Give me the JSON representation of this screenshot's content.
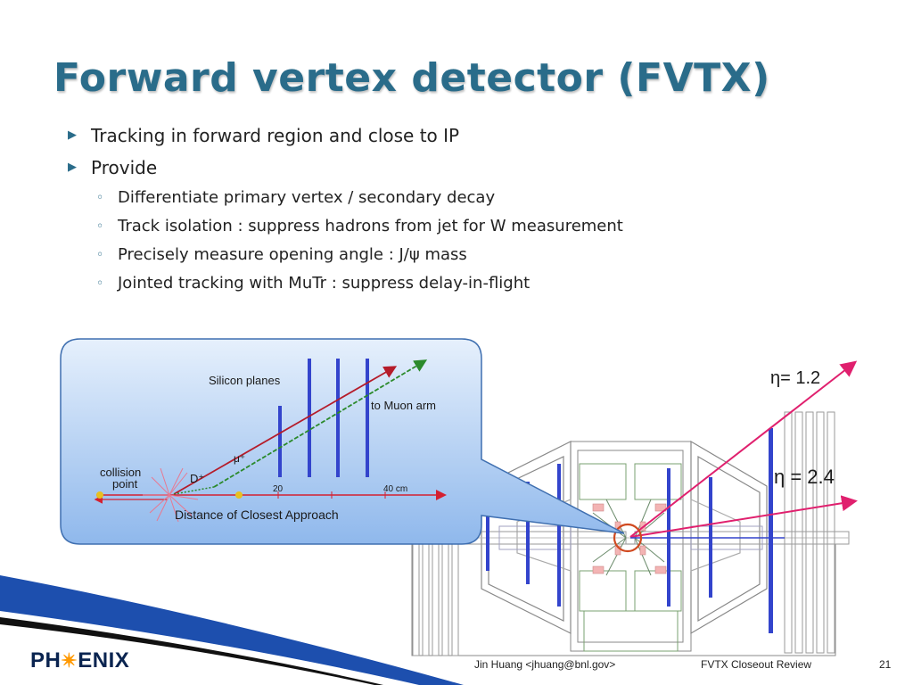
{
  "title": "Forward vertex detector (FVTX)",
  "bullets": {
    "l1_a": "Tracking in forward region and close to IP",
    "l1_b": "Provide",
    "l2": [
      "Differentiate primary vertex / secondary decay",
      "Track isolation : suppress hadrons from jet for W measurement",
      "Precisely measure opening angle : J/ψ mass",
      "Jointed tracking with MuTr : suppress delay-in-flight"
    ],
    "marker_l1": "▶",
    "marker_l2": "◦"
  },
  "callout": {
    "silicon_planes": "Silicon planes",
    "to_muon_arm": "to Muon arm",
    "mu_label": "μ⁺",
    "d_label": "D⁺",
    "collision_point_1": "collision",
    "collision_point_2": "point",
    "tick_20": "20",
    "tick_40": "40 cm",
    "dca": "Distance of Closest Approach"
  },
  "detector": {
    "eta_12": "η= 1.2",
    "eta_24": "η = 2.4"
  },
  "colors": {
    "title": "#2a6c8a",
    "callout_fill": "#8fb8ec",
    "plane_blue": "#3344cc",
    "track_red": "#b51c2a",
    "track_green": "#2b8a2b",
    "beam_red": "#d42030",
    "eta_pink": "#e0206e",
    "logo_navy": "#0a2450"
  },
  "logo": {
    "part1": "PH",
    "part2": "ENIX"
  },
  "footer": {
    "author": "Jin Huang <jhuang@bnl.gov>",
    "event": "FVTX Closeout Review",
    "page": "21"
  }
}
